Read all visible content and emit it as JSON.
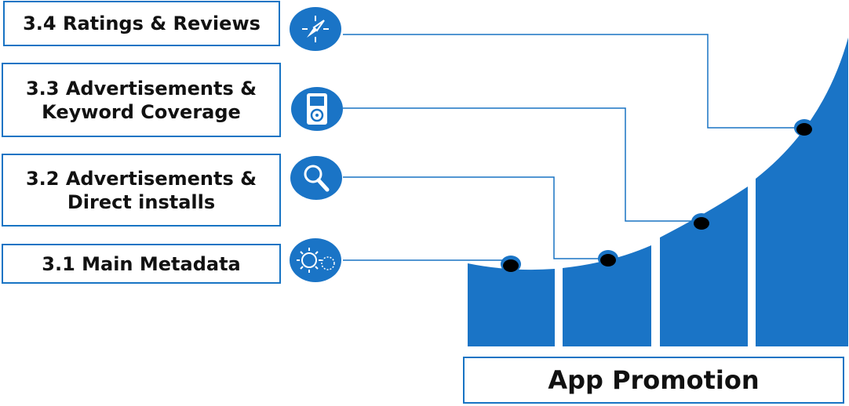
{
  "title": "App Promotion",
  "steps": [
    {
      "lines": [
        "3.4 Ratings & Reviews"
      ],
      "icon": "compass-icon"
    },
    {
      "lines": [
        "3.3 Advertisements &",
        "Keyword Coverage"
      ],
      "icon": "music-player-icon"
    },
    {
      "lines": [
        "3.2 Advertisements &",
        "Direct installs"
      ],
      "icon": "magnifier-icon"
    },
    {
      "lines": [
        "3.1 Main Metadata"
      ],
      "icon": "sun-gear-icon"
    }
  ],
  "colors": {
    "accent": "#1a74c6",
    "bar": "#1a74c6",
    "line": "#1874c4"
  }
}
